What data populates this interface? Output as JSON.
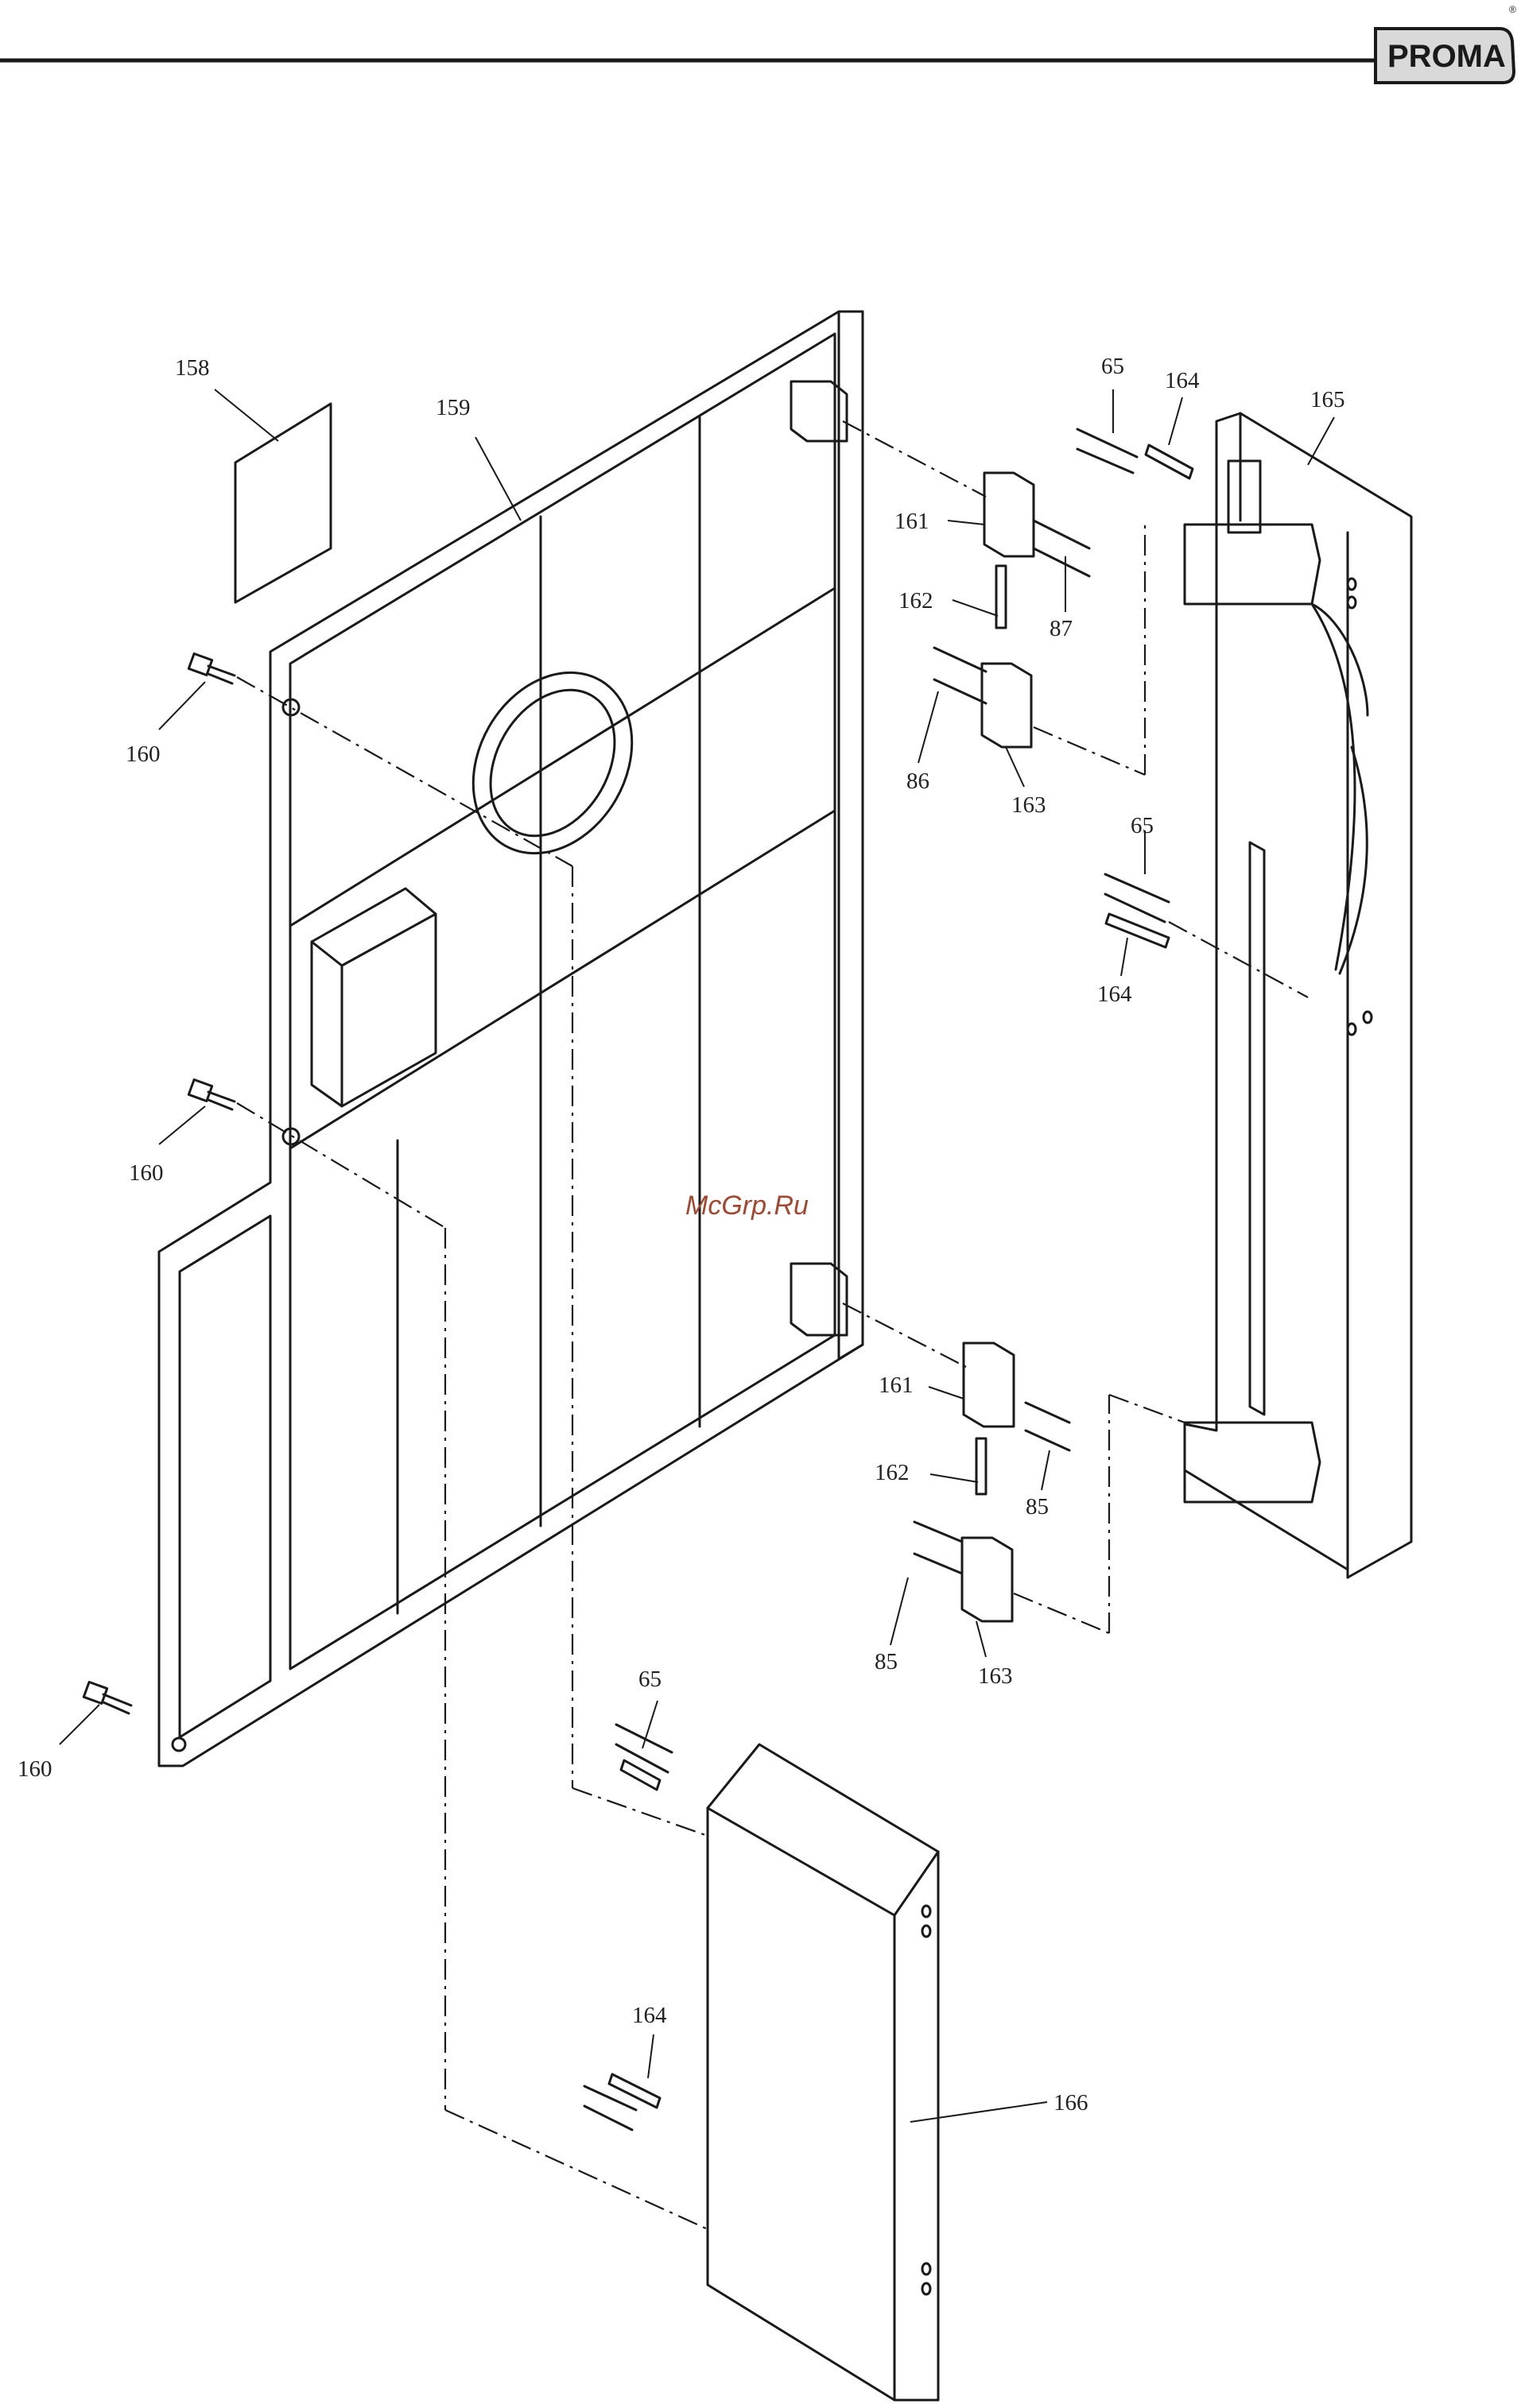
{
  "header": {
    "brand_logo": "PROMA",
    "registered_mark": "®"
  },
  "watermark": "McGrp.Ru",
  "colors": {
    "line": "#1a1a1a",
    "ink": "#222222",
    "watermark": "#a04830",
    "logo_bg": "#d9d9d9"
  },
  "labels": {
    "l158": "158",
    "l159": "159",
    "l160a": "160",
    "l160b": "160",
    "l160c": "160",
    "l65a": "65",
    "l65b": "65",
    "l65c": "65",
    "l164a": "164",
    "l164b": "164",
    "l164c": "164",
    "l165": "165",
    "l161a": "161",
    "l161b": "161",
    "l87": "87",
    "l162a": "162",
    "l162b": "162",
    "l86": "86",
    "l163a": "163",
    "l163b": "163",
    "l85a": "85",
    "l85b": "85",
    "l166": "166"
  }
}
